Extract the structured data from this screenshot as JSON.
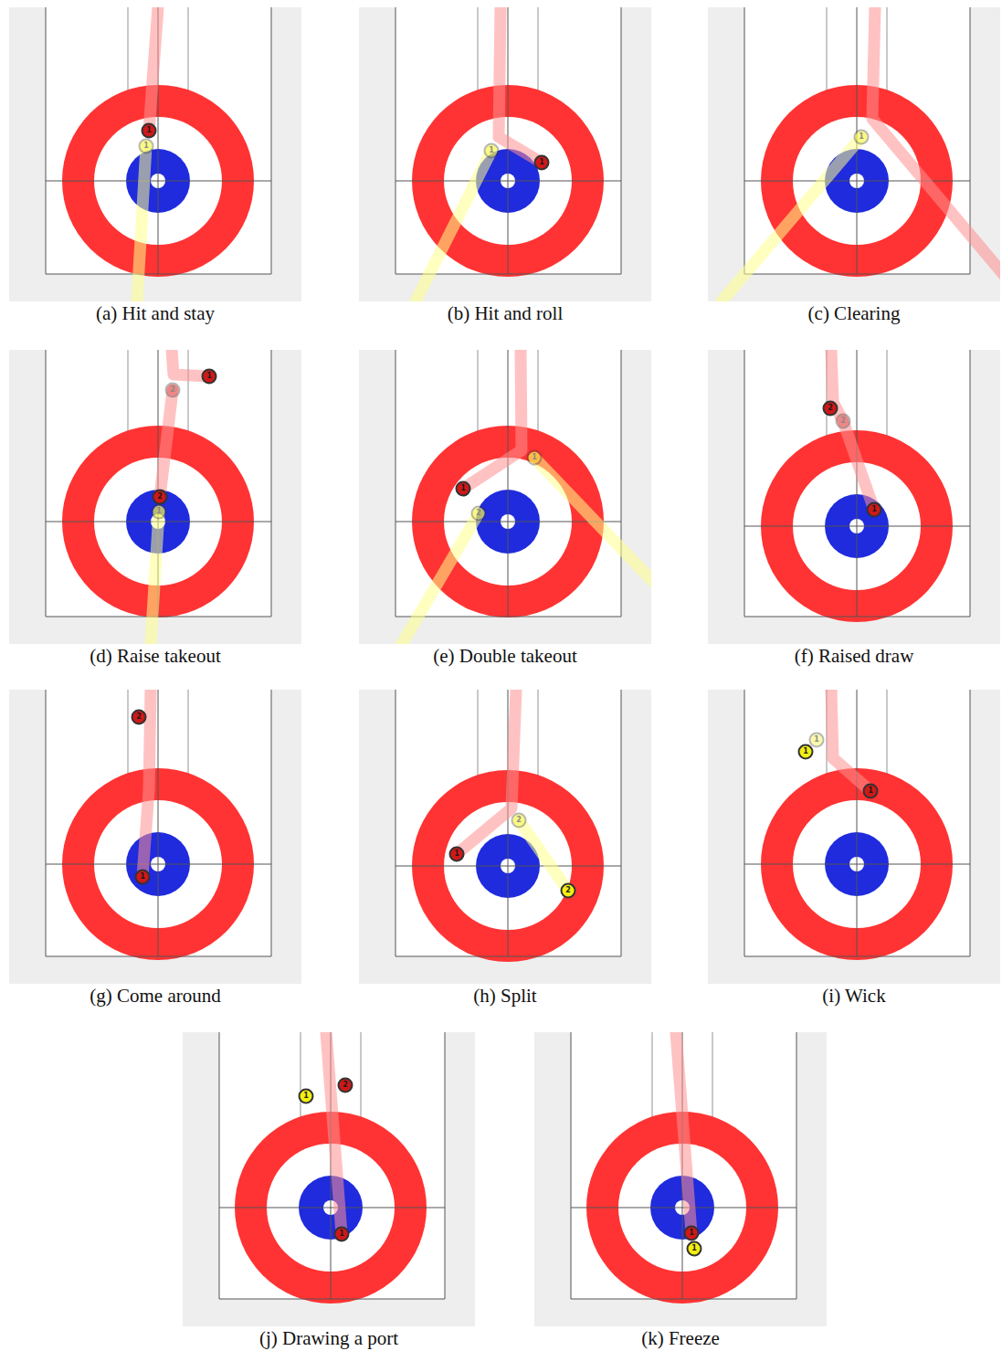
{
  "diagram": {
    "labels": [
      "1",
      "1",
      "(a) Hit and stay",
      "1",
      "1",
      "(b) Hit and roll",
      "1",
      "(c) Clearing",
      "1",
      "2",
      "2",
      "1",
      "(d) Raise takeout",
      "1",
      "1",
      "2",
      "(e) Double takeout",
      "2",
      "2",
      "1",
      "(f) Raised draw",
      "2",
      "1",
      "(g) Come around",
      "2",
      "1",
      "2",
      "(h) Split",
      "1",
      "1",
      "1",
      "(i) Wick",
      "1",
      "2",
      "1",
      "(j) Drawing a port",
      "1",
      "1",
      "(k) Freeze"
    ]
  }
}
